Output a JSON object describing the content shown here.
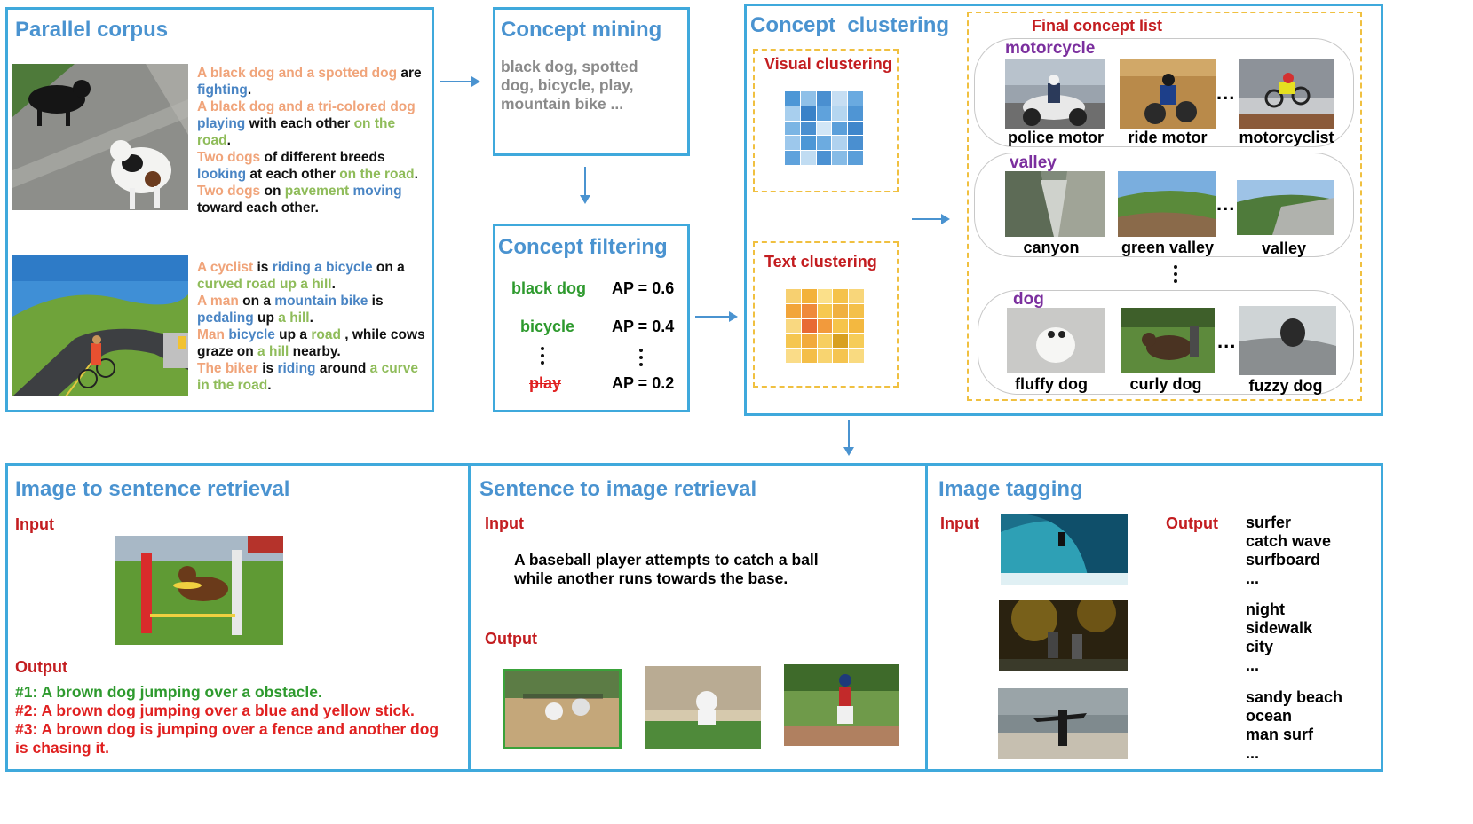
{
  "parallel_corpus": {
    "title": "Parallel corpus",
    "caption1": [
      [
        [
          "A black dog and a spotted dog",
          "o"
        ],
        [
          " are ",
          "k"
        ]
      ],
      [
        [
          "fighting",
          "b"
        ],
        [
          ".",
          "k"
        ]
      ],
      [
        [
          "A black dog and a tri-colored dog",
          "o"
        ]
      ],
      [
        [
          "playing",
          "b"
        ],
        [
          " with each other ",
          "k"
        ],
        [
          "on the",
          "g"
        ]
      ],
      [
        [
          "road",
          "g"
        ],
        [
          ".",
          "k"
        ]
      ],
      [
        [
          "Two dogs",
          "o"
        ],
        [
          " of different breeds",
          "k"
        ]
      ],
      [
        [
          "looking",
          "b"
        ],
        [
          " at each other ",
          "k"
        ],
        [
          "on the road",
          "g"
        ],
        [
          ".",
          "k"
        ]
      ],
      [
        [
          "Two dogs",
          "o"
        ],
        [
          " on ",
          "k"
        ],
        [
          "pavement",
          "g"
        ],
        [
          " ",
          "k"
        ],
        [
          "moving",
          "b"
        ]
      ],
      [
        [
          "toward each other.",
          "k"
        ]
      ]
    ],
    "caption2": [
      [
        [
          "A cyclist",
          "o"
        ],
        [
          " is ",
          "k"
        ],
        [
          "riding a bicycle",
          "b"
        ],
        [
          " on a",
          "k"
        ]
      ],
      [
        [
          "curved road up a hill",
          "g"
        ],
        [
          ".",
          "k"
        ]
      ],
      [
        [
          "A man",
          "o"
        ],
        [
          " on a ",
          "k"
        ],
        [
          "mountain bike",
          "b"
        ],
        [
          " is",
          "k"
        ]
      ],
      [
        [
          "pedaling",
          "b"
        ],
        [
          " up ",
          "k"
        ],
        [
          "a hill",
          "g"
        ],
        [
          ".",
          "k"
        ]
      ],
      [
        [
          "Man",
          "o"
        ],
        [
          " ",
          "k"
        ],
        [
          "bicycle",
          "b"
        ],
        [
          " up a ",
          "k"
        ],
        [
          "road",
          "g"
        ],
        [
          " , while cows",
          "k"
        ]
      ],
      [
        [
          "graze on ",
          "k"
        ],
        [
          "a hill",
          "g"
        ],
        [
          " nearby.",
          "k"
        ]
      ],
      [
        [
          "The biker",
          "o"
        ],
        [
          " is ",
          "k"
        ],
        [
          "riding",
          "b"
        ],
        [
          " around ",
          "k"
        ],
        [
          "a curve",
          "g"
        ]
      ],
      [
        [
          "in the road",
          "g"
        ],
        [
          ".",
          "k"
        ]
      ]
    ]
  },
  "concept_mining": {
    "title": "Concept mining",
    "lines": [
      "black dog, spotted",
      "dog, bicycle, play,",
      "mountain bike ..."
    ]
  },
  "concept_filtering": {
    "title": "Concept filtering",
    "rows": [
      {
        "concept": "black dog",
        "ap": "AP = 0.6"
      },
      {
        "concept": "bicycle",
        "ap": "AP = 0.4"
      },
      {
        "concept": "play",
        "ap": "AP = 0.2"
      }
    ]
  },
  "concept_clustering": {
    "title": "Concept  clustering",
    "visual_label": "Visual clustering",
    "text_label": "Text clustering",
    "final_label": "Final concept list",
    "groups": [
      {
        "name": "motorcycle",
        "captions": [
          "police motor",
          "ride motor",
          "motorcyclist"
        ]
      },
      {
        "name": "valley",
        "captions": [
          "canyon",
          "green valley",
          "valley"
        ]
      },
      {
        "name": "dog",
        "captions": [
          "fluffy dog",
          "curly dog",
          "fuzzy dog"
        ]
      }
    ],
    "ellipsis": "..."
  },
  "image_to_sentence": {
    "title": "Image to sentence retrieval",
    "input_label": "Input",
    "output_label": "Output",
    "results": [
      "#1: A brown dog jumping over a obstacle.",
      "#2: A brown dog jumping over a blue and yellow stick.",
      "#3: A brown dog is jumping over a fence and another dog",
      "is chasing it."
    ]
  },
  "sentence_to_image": {
    "title": "Sentence to image retrieval",
    "input_label": "Input",
    "output_label": "Output",
    "query_lines": [
      "A baseball player attempts to catch a ball",
      "while another runs towards the base."
    ]
  },
  "image_tagging": {
    "title": "Image tagging",
    "input_label": "Input",
    "output_label": "Output",
    "tag_sets": [
      [
        "surfer",
        "catch wave",
        "surfboard",
        "..."
      ],
      [
        "night",
        "sidewalk",
        "city",
        "..."
      ],
      [
        "sandy beach",
        "ocean",
        "man surf",
        "..."
      ]
    ]
  },
  "colors": {
    "box_border": "#3fa9dc",
    "title_blue": "#4a93d0",
    "label_red": "#c31d20",
    "group_purple": "#7b2f9e",
    "filter_green": "#2e9a2e",
    "rank1_green": "#2e9a2e",
    "rank_red": "#e02020",
    "dash_yellow": "#f0c040"
  }
}
